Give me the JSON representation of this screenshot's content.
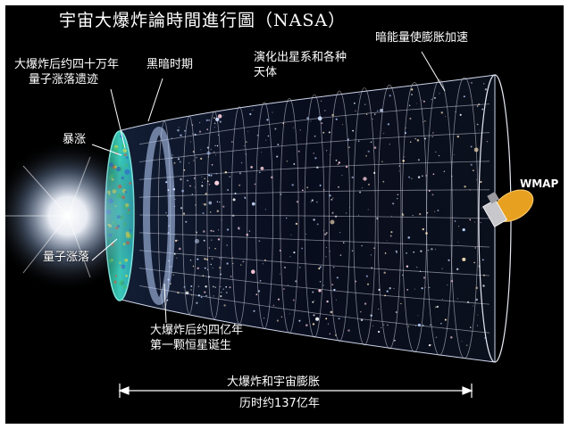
{
  "title": "宇宙大爆炸論時間進行圖（NASA）",
  "labels": {
    "afterglow_1": "大爆炸后约四十万年",
    "afterglow_2": "量子涨落遗迹",
    "dark_ages": "黑暗时期",
    "inflation": "暴涨",
    "quantum_fluctuations": "量子涨落",
    "galaxies_1": "演化出星系和各种",
    "galaxies_2": "天体",
    "dark_energy": "暗能量使膨胀加速",
    "wmap": "WMAP",
    "first_stars_1": "大爆炸后约四亿年",
    "first_stars_2": "第一颗恒星诞生",
    "timeline_1": "大爆炸和宇宙膨胀",
    "timeline_2": "历时约137亿年"
  },
  "colors": {
    "background": "#000000",
    "text": "#ffffff",
    "cmb": "#2bd0c8",
    "grid": "#d9d9e6",
    "wmap_gold": "#e8a020"
  }
}
